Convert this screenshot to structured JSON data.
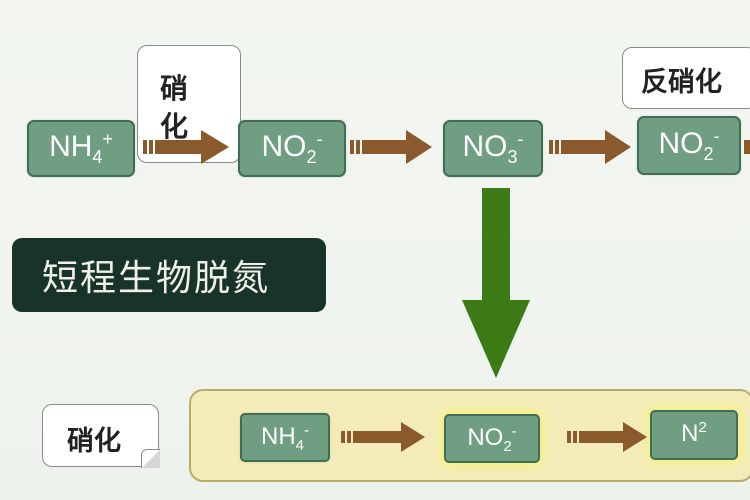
{
  "title": "短程生物脱氮",
  "top_row": {
    "nitrification_note": "硝化",
    "denitrification_note": "反硝化",
    "nodes": [
      {
        "base": "NH",
        "sub": "4",
        "sup": "+"
      },
      {
        "base": "NO",
        "sub": "2",
        "sup": "-"
      },
      {
        "base": "NO",
        "sub": "3",
        "sup": "-"
      },
      {
        "base": "NO",
        "sub": "2",
        "sup": "-"
      }
    ]
  },
  "bottom_row": {
    "note": "硝化",
    "nodes": [
      {
        "base": "NH",
        "sub": "4",
        "sup": "-"
      },
      {
        "base": "NO",
        "sub": "2",
        "sup": "-"
      },
      {
        "base": "N",
        "sub": "",
        "sup": "2"
      }
    ]
  },
  "colors": {
    "node_fill": "#6f9e83",
    "flow_arrow": "#8a5a2c",
    "down_arrow": "#3b7a14",
    "title_bg": "#17332a",
    "panel_bg": "#f3ecb9"
  }
}
